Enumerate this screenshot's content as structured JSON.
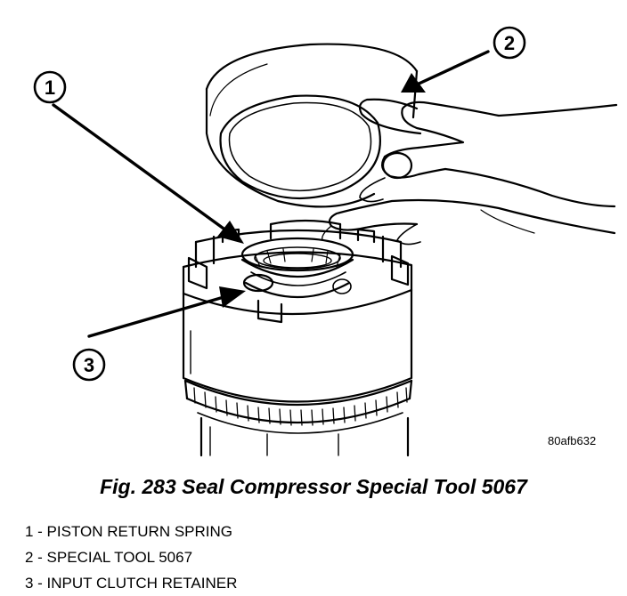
{
  "figure": {
    "code": "80afb632",
    "callouts": [
      {
        "number": "1"
      },
      {
        "number": "2"
      },
      {
        "number": "3"
      }
    ]
  },
  "caption": "Fig. 283 Seal Compressor Special Tool 5067",
  "legend": [
    "1 - PISTON RETURN SPRING",
    "2 - SPECIAL TOOL 5067",
    "3 - INPUT CLUTCH RETAINER"
  ]
}
